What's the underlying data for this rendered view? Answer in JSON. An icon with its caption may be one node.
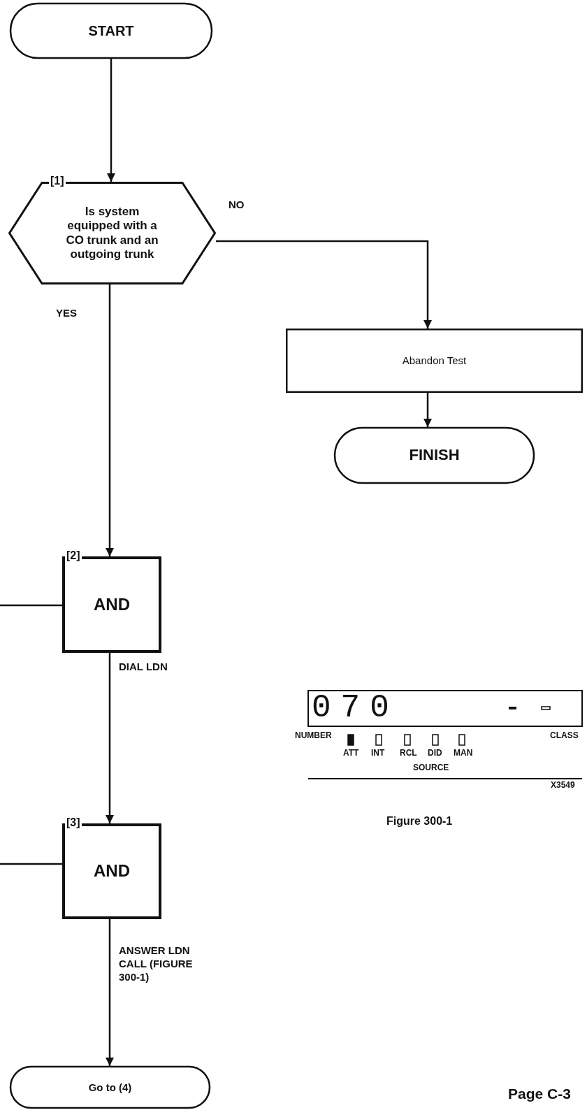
{
  "diagram": {
    "nodes": [
      {
        "text": [
          "START"
        ]
      },
      {
        "text": [
          "[1]",
          "Is system equipped with a CO trunk and an outgoing trunk"
        ]
      },
      {
        "text": [
          "Abandon Test"
        ]
      },
      {
        "text": [
          "FINISH"
        ]
      },
      {
        "text": [
          "[2]",
          "AND"
        ]
      },
      {
        "text": [
          "[3]",
          "AND"
        ]
      },
      {
        "text": [
          "Go to (4)"
        ]
      }
    ],
    "edges": [
      {
        "from": 0,
        "to": 1,
        "arrow": "to"
      },
      {
        "from": 1,
        "to": 4,
        "arrow": "to",
        "label": "YES"
      },
      {
        "from": 1,
        "to": 2,
        "arrow": "to",
        "label": "NO"
      },
      {
        "from": 2,
        "to": 3,
        "arrow": "to"
      },
      {
        "from": null,
        "to": 4,
        "arrow": "none"
      },
      {
        "from": 4,
        "to": 5,
        "arrow": "to",
        "label": "DIAL LDN"
      },
      {
        "from": null,
        "to": 5,
        "arrow": "none"
      },
      {
        "from": 5,
        "to": 6,
        "arrow": "to",
        "label": "ANSWER LDN CALL (FIGURE 300-1)"
      }
    ],
    "labels": [
      "070",
      "NUMBER",
      "CLASS",
      "ATT",
      "INT",
      "RCL",
      "DID",
      "MAN",
      "SOURCE",
      "X3549",
      "Figure 300-1",
      "Page C-3"
    ]
  }
}
